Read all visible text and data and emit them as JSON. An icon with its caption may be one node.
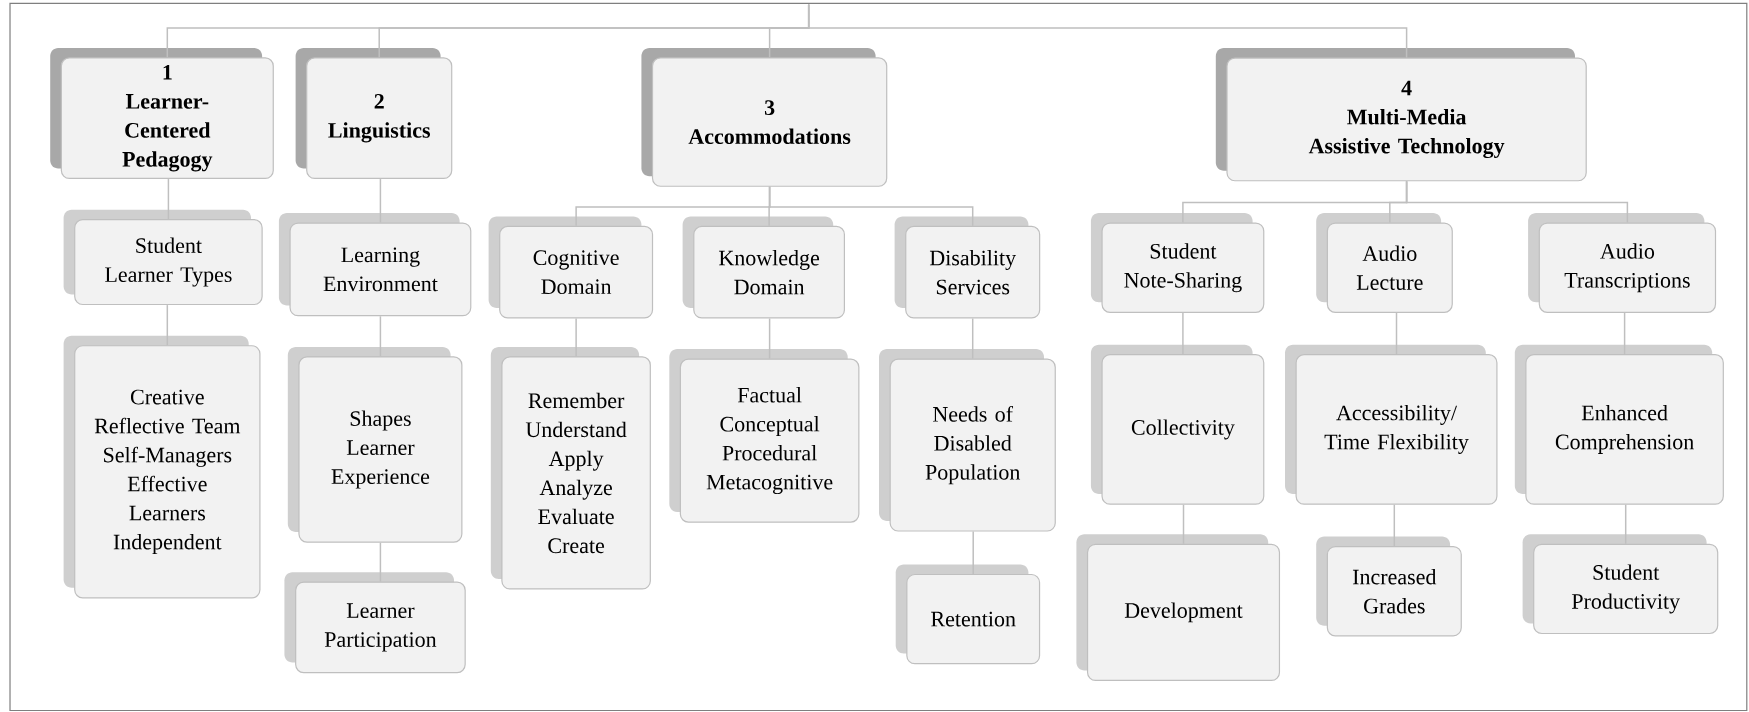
{
  "diagram": {
    "nodes": [
      {
        "text": [
          "1",
          "Learner-Centered Pedagogy"
        ]
      },
      {
        "text": [
          "2",
          "Linguistics"
        ]
      },
      {
        "text": [
          "3",
          "Accommodations"
        ]
      },
      {
        "text": [
          "4",
          "Multi-Media Assistive Technology"
        ]
      },
      {
        "text": [
          "Student Learner Types"
        ]
      },
      {
        "text": [
          "Creative Reflective Team Self-Managers Effective Learners Independent"
        ]
      },
      {
        "text": [
          "Learning Environment"
        ]
      },
      {
        "text": [
          "Shapes Learner Experience"
        ]
      },
      {
        "text": [
          "Learner Participation"
        ]
      },
      {
        "text": [
          "Cognitive Domain"
        ]
      },
      {
        "text": [
          "Knowledge Domain"
        ]
      },
      {
        "text": [
          "Disability Services"
        ]
      },
      {
        "text": [
          "Remember Understand Apply Analyze Evaluate Create"
        ]
      },
      {
        "text": [
          "Factual Conceptual Procedural Metacognitive"
        ]
      },
      {
        "text": [
          "Needs of Disabled Population"
        ]
      },
      {
        "text": [
          "Retention"
        ]
      },
      {
        "text": [
          "Student Note-Sharing"
        ]
      },
      {
        "text": [
          "Audio Lecture"
        ]
      },
      {
        "text": [
          "Audio Transcriptions"
        ]
      },
      {
        "text": [
          "Collectivity"
        ]
      },
      {
        "text": [
          "Development"
        ]
      },
      {
        "text": [
          "Accessibility/ Time Flexibility"
        ]
      },
      {
        "text": [
          "Increased Grades"
        ]
      },
      {
        "text": [
          "Enhanced Comprehension"
        ]
      },
      {
        "text": [
          "Student Productivity"
        ]
      }
    ],
    "edges": [
      {
        "from": null,
        "to": 0,
        "arrow": "none"
      },
      {
        "from": null,
        "to": 1,
        "arrow": "none"
      },
      {
        "from": null,
        "to": 2,
        "arrow": "none"
      },
      {
        "from": null,
        "to": 3,
        "arrow": "none"
      },
      {
        "from": 0,
        "to": 4,
        "arrow": "none"
      },
      {
        "from": 4,
        "to": 5,
        "arrow": "none"
      },
      {
        "from": 1,
        "to": 6,
        "arrow": "none"
      },
      {
        "from": 6,
        "to": 7,
        "arrow": "none"
      },
      {
        "from": 7,
        "to": 8,
        "arrow": "none"
      },
      {
        "from": 2,
        "to": 9,
        "arrow": "none"
      },
      {
        "from": 2,
        "to": 10,
        "arrow": "none"
      },
      {
        "from": 2,
        "to": 11,
        "arrow": "none"
      },
      {
        "from": 9,
        "to": 12,
        "arrow": "none"
      },
      {
        "from": 10,
        "to": 13,
        "arrow": "none"
      },
      {
        "from": 11,
        "to": 14,
        "arrow": "none"
      },
      {
        "from": 14,
        "to": 15,
        "arrow": "none"
      },
      {
        "from": 3,
        "to": 16,
        "arrow": "none"
      },
      {
        "from": 3,
        "to": 17,
        "arrow": "none"
      },
      {
        "from": 3,
        "to": 18,
        "arrow": "none"
      },
      {
        "from": 16,
        "to": 19,
        "arrow": "none"
      },
      {
        "from": 19,
        "to": 20,
        "arrow": "none"
      },
      {
        "from": 17,
        "to": 21,
        "arrow": "none"
      },
      {
        "from": 21,
        "to": 22,
        "arrow": "none"
      },
      {
        "from": 18,
        "to": 23,
        "arrow": "none"
      },
      {
        "from": 23,
        "to": 24,
        "arrow": "none"
      }
    ]
  }
}
